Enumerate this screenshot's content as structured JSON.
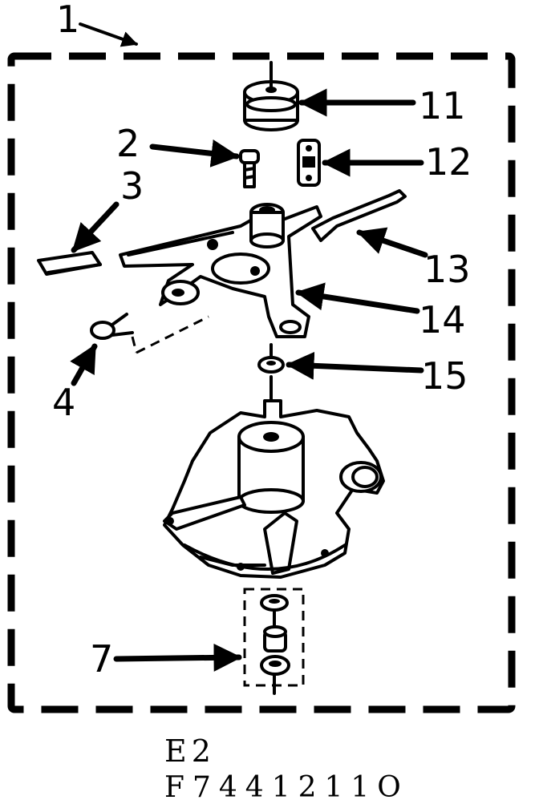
{
  "callouts": {
    "c1": "1",
    "c2": "2",
    "c3": "3",
    "c4": "4",
    "c7": "7",
    "c11": "11",
    "c12": "12",
    "c13": "13",
    "c14": "14",
    "c15": "15"
  },
  "captions": {
    "line1": "E2",
    "line2": "F7441211O"
  },
  "colors": {
    "ink": "#000000",
    "paper": "#ffffff"
  }
}
